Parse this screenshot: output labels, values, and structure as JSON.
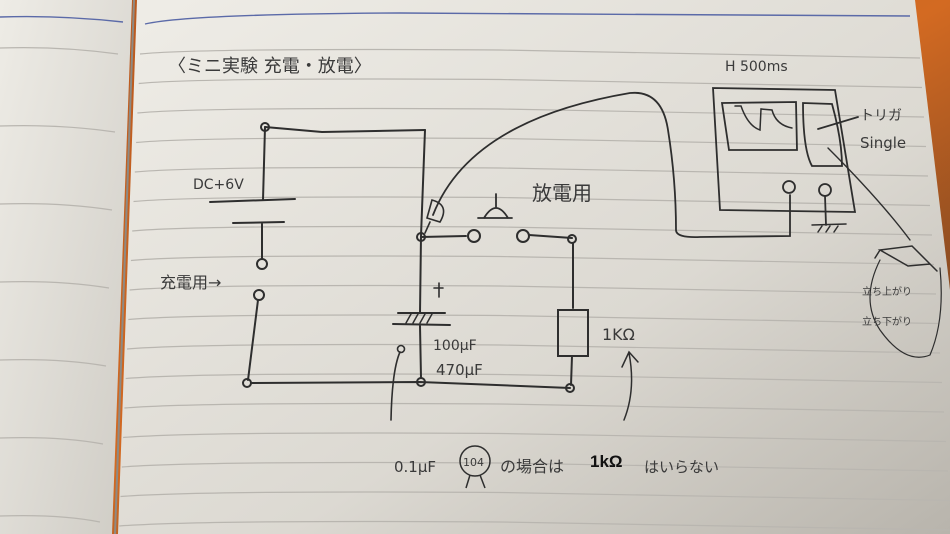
{
  "notebook": {
    "title": "〈ミニ実験 充電・放電〉"
  },
  "circuit": {
    "battery_label": "DC+6V",
    "charge_switch_label": "充電用→",
    "discharge_switch_label": "放電用",
    "capacitor_polarity": "+",
    "capacitor_values": [
      "100μF",
      "470μF"
    ],
    "resistor_label": "1KΩ",
    "ground_symbol": "ground"
  },
  "oscilloscope": {
    "timebase_label": "H 500ms",
    "mode_label_1": "トリガ",
    "mode_label_2": "Single",
    "trigger_note_1": "立ち上がり",
    "trigger_note_2": "立ち下がり"
  },
  "footnote": {
    "prefix": "0.1μF",
    "marking": "104",
    "middle": "の場合は",
    "overlay": "1kΩ",
    "suffix": "はいらない"
  },
  "colors": {
    "paper": "#e9e6df",
    "ink": "#333333",
    "rule_line": "#b9b6b0",
    "header_line": "#5b6aa8",
    "background": "#c2561c"
  }
}
